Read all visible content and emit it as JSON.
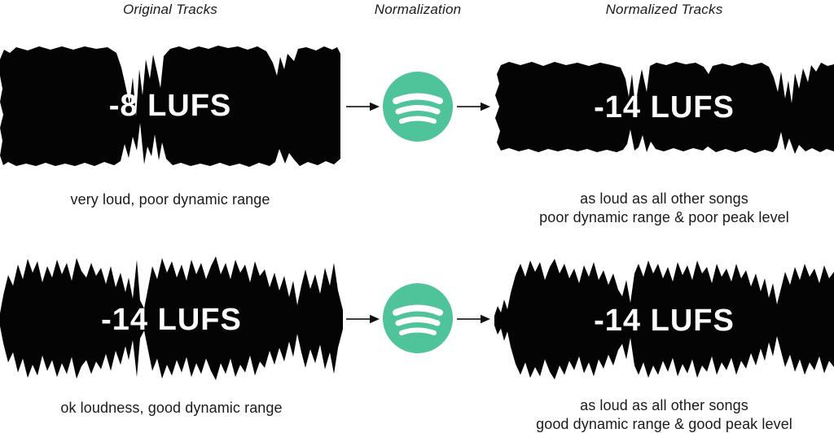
{
  "colors": {
    "background": "#ffffff",
    "waveform_black": "#040404",
    "spotify_green": "#4FC49A",
    "text": "#1b1b1b",
    "lufs_label": "#ffffff"
  },
  "headers": {
    "col1": "Original Tracks",
    "col2": "Normalization",
    "col3": "Normalized Tracks"
  },
  "icons": {
    "spotify": "spotify-logo",
    "arrow": "right-arrow"
  },
  "row1": {
    "original_lufs": "-8 LUFS",
    "original_caption": "very loud, poor dynamic range",
    "normalized_lufs": "-14 LUFS",
    "normalized_caption_line1": "as loud as all other songs",
    "normalized_caption_line2": "poor dynamic range & poor peak level"
  },
  "row2": {
    "original_lufs": "-14 LUFS",
    "original_caption": "ok loudness, good dynamic range",
    "normalized_lufs": "-14 LUFS",
    "normalized_caption_line1": "as loud as all other songs",
    "normalized_caption_line2": "good dynamic range & good peak level"
  }
}
